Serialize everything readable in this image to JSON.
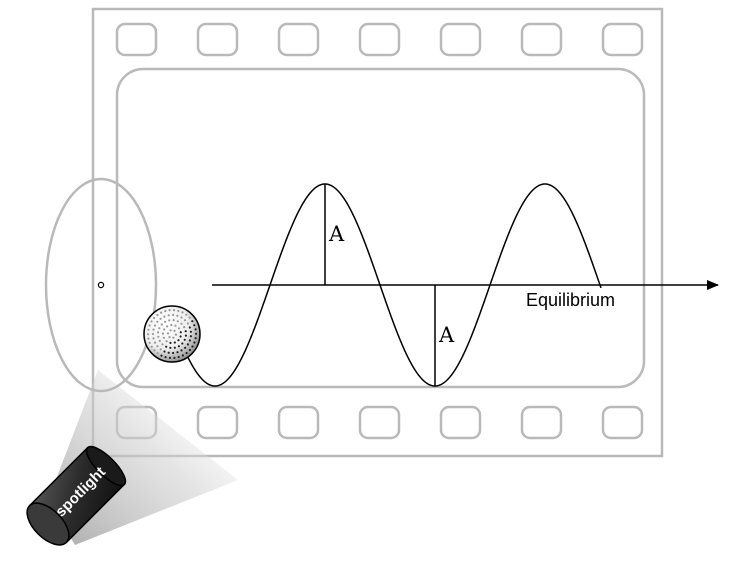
{
  "figure": {
    "amplitude_label_upper": "A",
    "amplitude_label_lower": "A",
    "equilibrium_label": "Equilibrium",
    "spotlight_label": "spotlight",
    "film_holes_per_row": 7,
    "colors": {
      "film_frame": "#b9b9b9",
      "wave": "#000000",
      "spotlight_body": "#333333",
      "spotlight_beam": "#bdbdbd"
    }
  }
}
